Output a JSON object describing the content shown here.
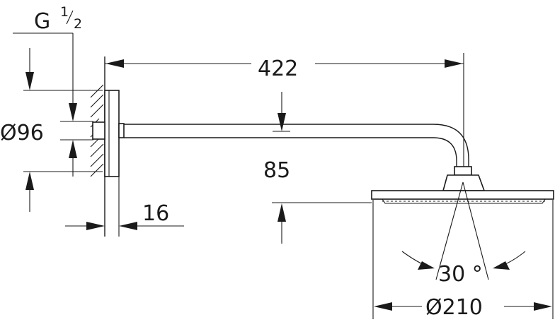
{
  "labels": {
    "thread_main": "G",
    "thread_num": "1",
    "thread_den": "2",
    "wall_flange_diameter": "Ø96",
    "arm_projection": "422",
    "arm_height": "85",
    "flange_depth": "16",
    "swivel_angle": "30 °",
    "shower_head_diameter": "Ø210"
  }
}
